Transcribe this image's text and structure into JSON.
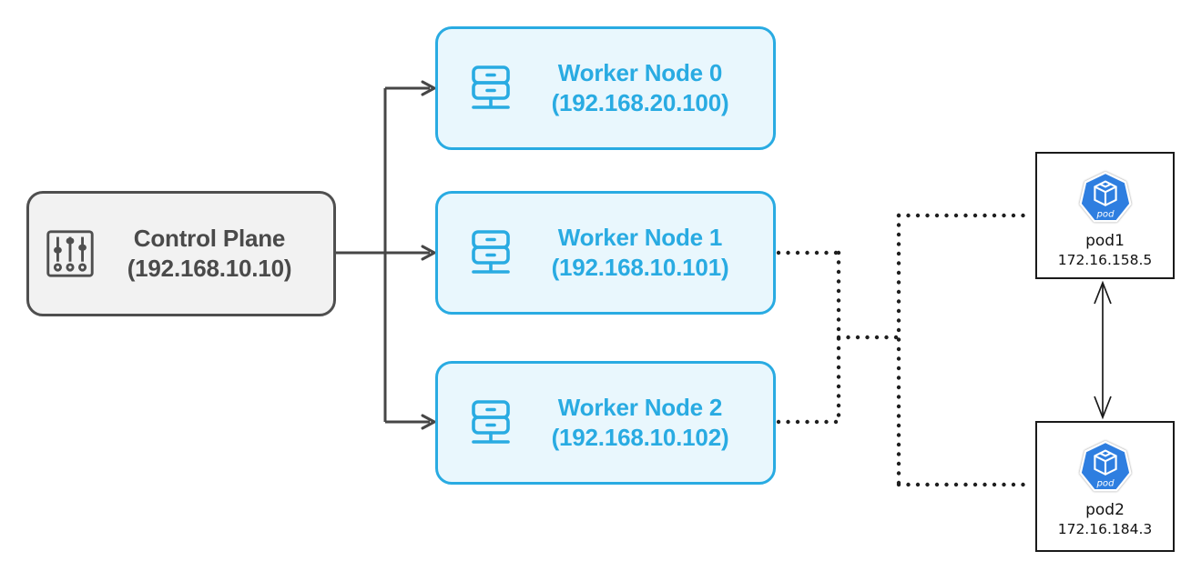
{
  "diagram": {
    "control_plane": {
      "label": "Control Plane",
      "ip": "(192.168.10.10)"
    },
    "workers": [
      {
        "label": "Worker Node 0",
        "ip": "(192.168.20.100)"
      },
      {
        "label": "Worker Node 1",
        "ip": "(192.168.10.101)"
      },
      {
        "label": "Worker Node 2",
        "ip": "(192.168.10.102)"
      }
    ],
    "pods": [
      {
        "name": "pod1",
        "ip": "172.16.158.5"
      },
      {
        "name": "pod2",
        "ip": "172.16.184.3"
      }
    ],
    "pod_icon_label": "pod",
    "connections": [
      {
        "from": "control-plane",
        "to": "worker-node-0",
        "style": "solid-arrow"
      },
      {
        "from": "control-plane",
        "to": "worker-node-1",
        "style": "solid-arrow"
      },
      {
        "from": "control-plane",
        "to": "worker-node-2",
        "style": "solid-arrow"
      },
      {
        "from": "worker-node-1",
        "to": "pods-network",
        "style": "dotted"
      },
      {
        "from": "worker-node-2",
        "to": "pods-network",
        "style": "dotted"
      },
      {
        "from": "pods-network",
        "to": "pod1",
        "style": "dotted"
      },
      {
        "from": "pods-network",
        "to": "pod2",
        "style": "dotted"
      },
      {
        "from": "pod1",
        "to": "pod2",
        "style": "double-arrow"
      }
    ]
  },
  "colors": {
    "accent-blue": "#29abe2",
    "worker-fill": "#e9f7fd",
    "control-fill": "#f2f2f2",
    "control-border": "#4f4f4f",
    "text-gray": "#4a4a4a",
    "arrow-gray": "#464646",
    "dot-black": "#1e1e1e",
    "pod-border": "#1a1a1a",
    "pod-blue": "#2e7ee0",
    "pod-text": "#111111"
  }
}
